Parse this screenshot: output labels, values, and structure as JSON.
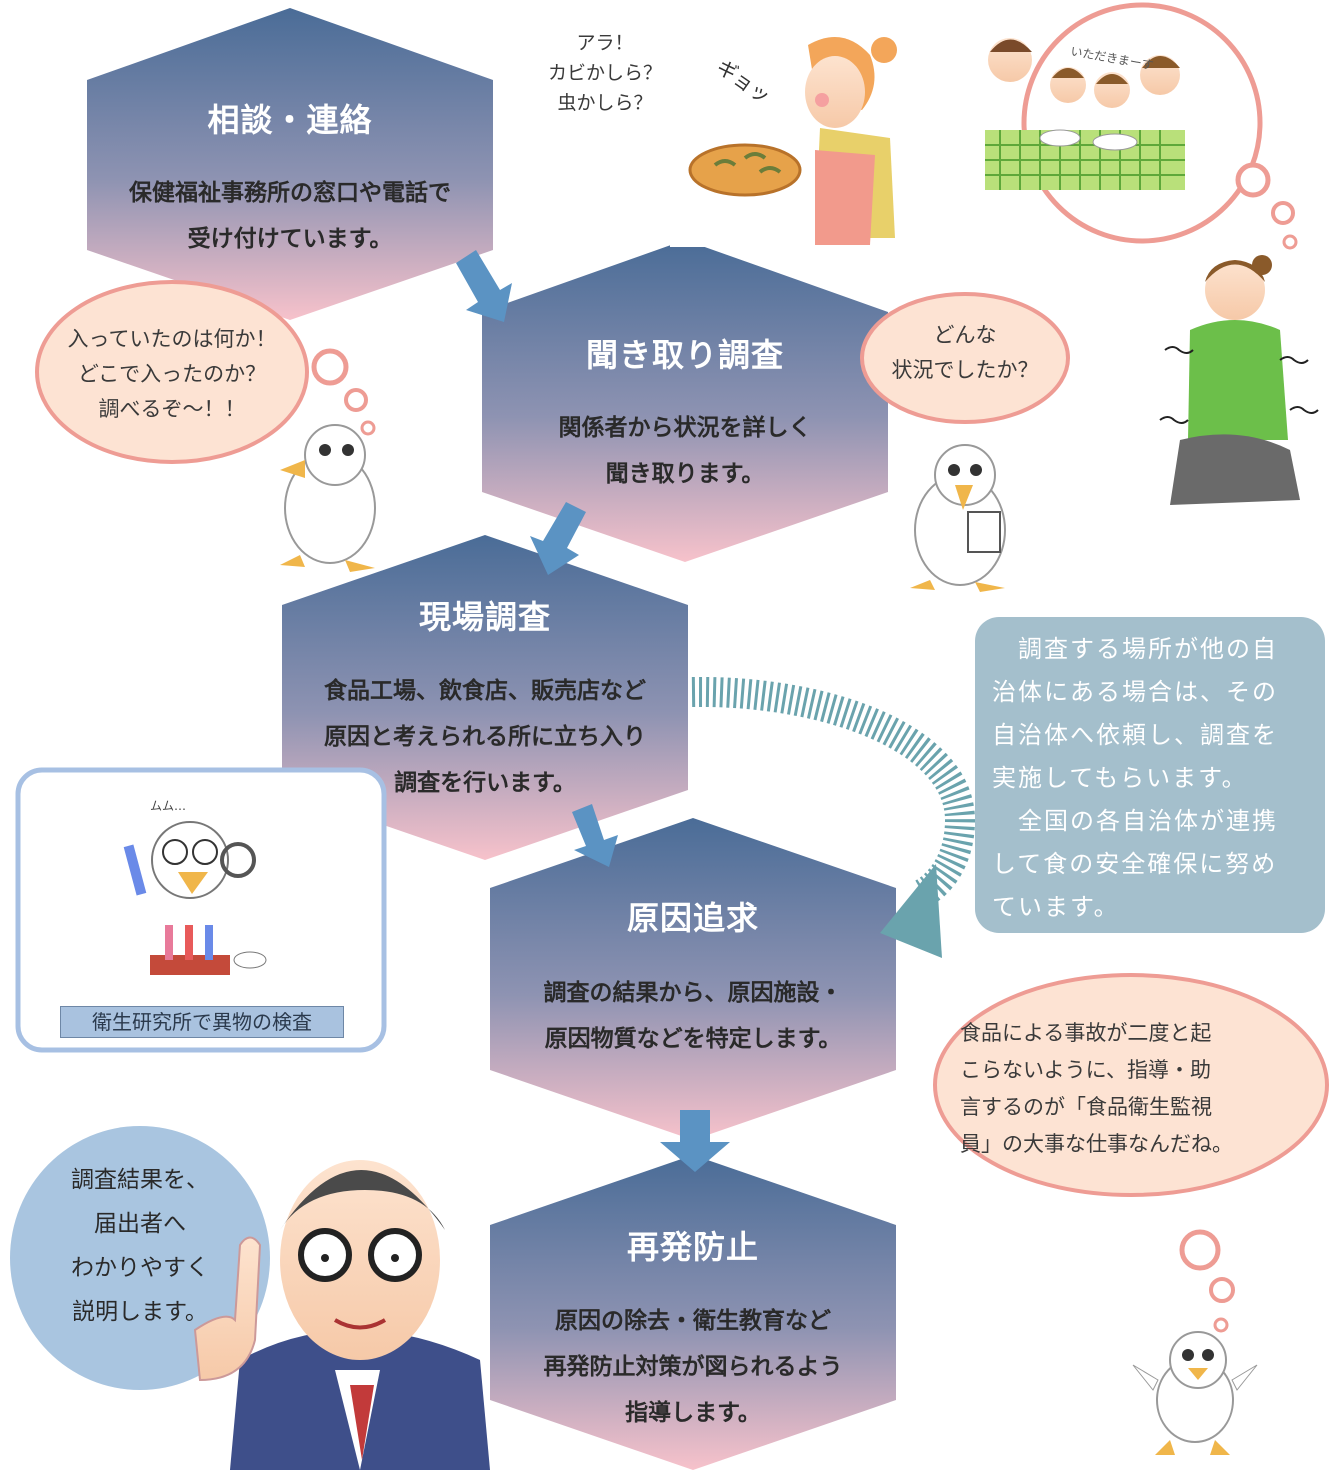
{
  "steps": [
    {
      "title": "相談・連絡",
      "lines": [
        "保健福祉事務所の窓口や電話で",
        "受け付けています。"
      ]
    },
    {
      "title": "聞き取り調査",
      "lines": [
        "関係者から状況を詳しく",
        "聞き取ります。"
      ]
    },
    {
      "title": "現場調査",
      "lines": [
        "食品工場、飲食店、販売店など",
        "原因と考えられる所に立ち入り",
        "調査を行います。"
      ]
    },
    {
      "title": "原因追求",
      "lines": [
        "調査の結果から、原因施設・",
        "原因物質などを特定します。"
      ]
    },
    {
      "title": "再発防止",
      "lines": [
        "原因の除去・衛生教育など",
        "再発防止対策が図られるよう",
        "指導します。"
      ]
    }
  ],
  "bubbles": {
    "woman_exclaim": [
      "アラ！",
      "カビかしら？",
      "虫かしら？"
    ],
    "woman_sfx": "ギョッ",
    "family_text": "いただきまーす",
    "duck_investigate": [
      "入っていたのは何か！",
      "どこで入ったのか？",
      "調べるぞ～！！"
    ],
    "duck_ask": [
      "どんな",
      "状況でしたか？"
    ],
    "inspector": [
      "食品による事故が二度と起",
      "こらないように、指導・助",
      "言するのが「食品衛生監視",
      "員」の大事な仕事なんだね。"
    ],
    "officer": [
      "調査結果を、",
      "届出者へ",
      "わかりやすく",
      "説明します。"
    ]
  },
  "note": [
    "　調査する場所が他の自",
    "治体にある場合は、その",
    "自治体へ依頼し、調査を",
    "実施してもらいます。",
    "　全国の各自治体が連携",
    "して食の安全確保に努め",
    "ています。"
  ],
  "lab": {
    "caption": "衛生研究所で異物の検査",
    "sfx": "ムム…"
  },
  "colors": {
    "hex_top": "#4a6c97",
    "hex_bottom": "#f4bcc6",
    "arrow": "#5b93c3",
    "note_bg": "#a4bfcc",
    "bubble_pink": "#fde3d3",
    "bubble_border": "#ee9c94",
    "officer_bubble": "#a9c5e0",
    "lab_border": "#a7c0e3"
  }
}
